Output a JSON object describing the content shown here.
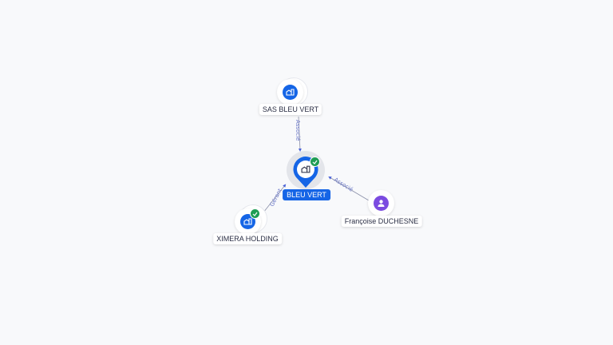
{
  "diagram": {
    "colors": {
      "company": "#1565e6",
      "person": "#7b4be0",
      "verified": "#1f9d55",
      "edge": "#8a8fa8",
      "edge_label": "#6b78c8",
      "background": "#f8f9fb"
    },
    "nodes": [
      {
        "id": "center",
        "label": "BLEU VERT",
        "type": "company",
        "icon": "building-icon",
        "verified": true,
        "main": true
      },
      {
        "id": "sas",
        "label": "SAS BLEU VERT",
        "type": "company",
        "icon": "building-icon",
        "verified": false
      },
      {
        "id": "ximera",
        "label": "XIMERA HOLDING",
        "type": "company",
        "icon": "building-icon",
        "verified": true
      },
      {
        "id": "francoise",
        "label": "Françoise DUCHESNE",
        "type": "person",
        "icon": "person-icon",
        "verified": false
      }
    ],
    "edges": [
      {
        "from": "sas",
        "to": "center",
        "label": "Associé"
      },
      {
        "from": "ximera",
        "to": "center",
        "label": "Gérant"
      },
      {
        "from": "francoise",
        "to": "center",
        "label": "Associé"
      }
    ]
  }
}
